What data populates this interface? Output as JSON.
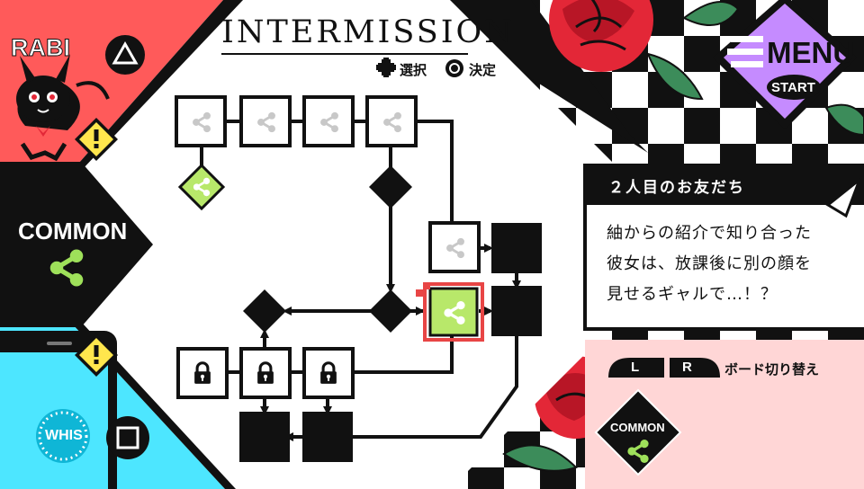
{
  "header": {
    "title": "INTERMISSION",
    "select_label": "選択",
    "confirm_label": "決定"
  },
  "menu": {
    "label": "MENU",
    "sub_label": "START"
  },
  "routes": {
    "rabi": {
      "label": "RABI",
      "button": "triangle"
    },
    "common": {
      "label": "COMMON"
    },
    "whis": {
      "label": "WHIS",
      "button": "square"
    }
  },
  "dialog": {
    "title": "２人目のお友だち",
    "lines": [
      "紬からの紹介で知り合った",
      "彼女は、放課後に別の顔を",
      "見せるギャルで…！？"
    ]
  },
  "board_switch": {
    "left_key": "L",
    "right_key": "R",
    "label": "ボード切り替え",
    "current_board": "COMMON"
  },
  "colors": {
    "rabi_red": "#ff5a5a",
    "whis_cyan": "#4de6ff",
    "menu_purple": "#c58bff",
    "dialog_pink": "#ffd6d6",
    "node_green": "#b8e86a",
    "selected_red": "#e84545",
    "rose_red": "#e32737"
  },
  "icons": {
    "dpad": "dpad-icon",
    "confirm": "circle-button-icon",
    "share": "share-icon",
    "lock": "lock-icon",
    "warning": "warning-icon",
    "phone": "smartphone-icon"
  }
}
